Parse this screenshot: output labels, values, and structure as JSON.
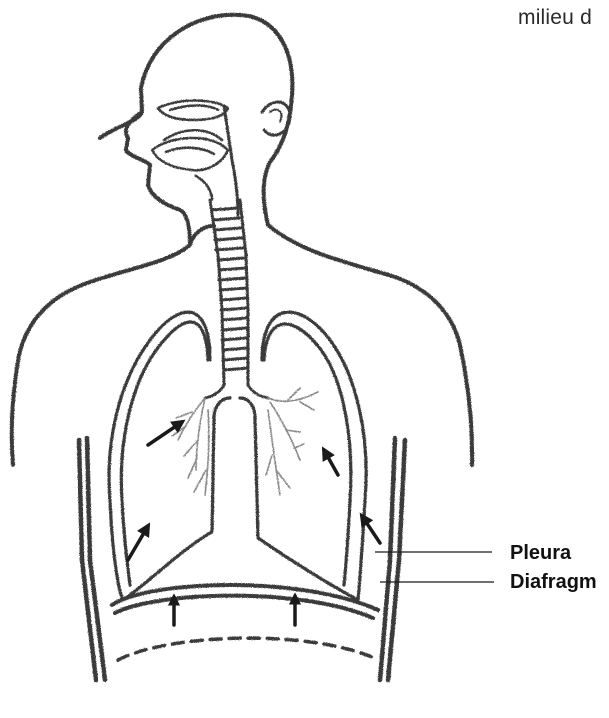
{
  "header": {
    "top_text": "milieu d"
  },
  "labels": {
    "pleura": "Pleura",
    "diafragma": "Diafragm"
  },
  "colors": {
    "ink": "#3a3a3a",
    "label": "#111111"
  }
}
